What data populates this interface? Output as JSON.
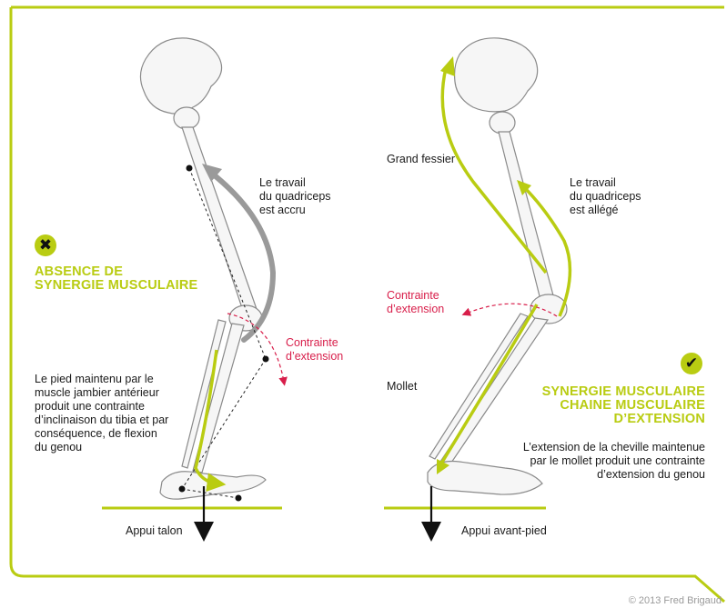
{
  "colors": {
    "accent": "#b9cc12",
    "warning_red": "#d81e4a",
    "gray_arrow": "#9a9a9a",
    "outline": "#c9c9c9",
    "bone": "#8a8a8a"
  },
  "icons": {
    "left_badge": "x-mark-icon",
    "right_badge": "check-mark-icon"
  },
  "left": {
    "badge_symbol": "✖",
    "title": "ABSENCE DE\nSYNERGIE MUSCULAIRE",
    "quadriceps_note": "Le travail\ndu quadriceps\nest accru",
    "constraint_note": "Contrainte\nd’extension",
    "foot_note": "Le pied maintenu par le\nmuscle jambier antérieur\nproduit une contrainte\nd’inclinaison du tibia et par\nconséquence, de flexion\ndu genou",
    "support_label": "Appui talon"
  },
  "right": {
    "badge_symbol": "✔",
    "glute_label": "Grand fessier",
    "quadriceps_note": "Le travail\ndu quadriceps\nest allégé",
    "constraint_note": "Contrainte\nd’extension",
    "calf_label": "Mollet",
    "title": "SYNERGIE MUSCULAIRE\nCHAINE MUSCULAIRE\nD’EXTENSION",
    "extension_note": "L’extension de la cheville maintenue\npar le mollet produit une contrainte\nd’extension du genou",
    "support_label": "Appui avant-pied"
  },
  "footer": {
    "copyright": "© 2013 Fred Brigaud"
  }
}
